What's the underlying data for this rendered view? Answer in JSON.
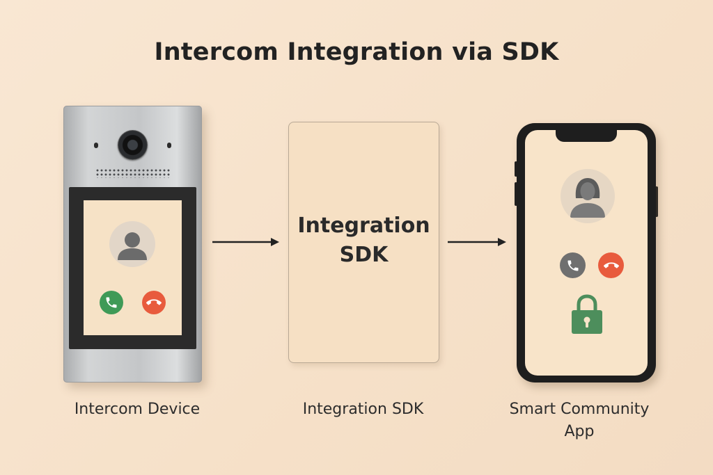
{
  "title": "Intercom Integration via SDK",
  "nodes": {
    "intercom": {
      "caption": "Intercom Device"
    },
    "sdk": {
      "label_line1": "Integration",
      "label_line2": "SDK",
      "caption": "Integration SDK"
    },
    "app": {
      "caption_line1": "Smart Community",
      "caption_line2": "App"
    }
  },
  "icons": {
    "camera": "camera-icon",
    "speaker": "speaker-grille",
    "avatar": "user-avatar-icon",
    "accept": "phone-accept-icon",
    "decline": "phone-decline-icon",
    "lock": "padlock-icon"
  },
  "colors": {
    "accept_green": "#3f9a57",
    "decline_red": "#e85b3d",
    "phone_call_gray": "#6f6f6f",
    "lock_green": "#4d8e5c"
  }
}
